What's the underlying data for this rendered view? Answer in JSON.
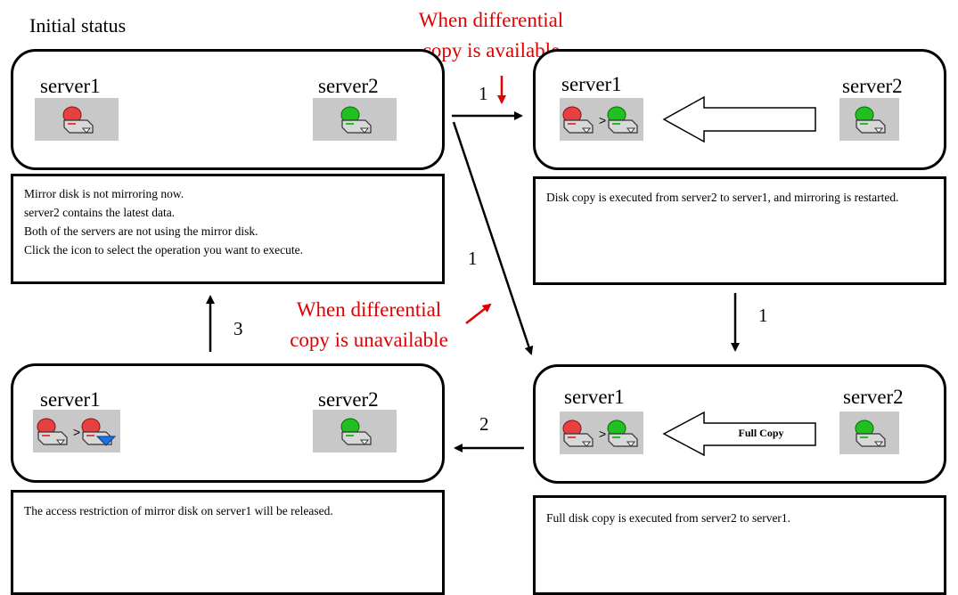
{
  "title": "Initial status",
  "server1": "server1",
  "server2": "server2",
  "panel_top_right": {
    "copy_label": ""
  },
  "panel_bottom_right": {
    "copy_label": "Full Copy"
  },
  "desc_top_left": [
    "Mirror disk is not mirroring now.",
    "server2 contains the latest data.",
    "Both of the servers are not using the mirror disk.",
    "Click the icon to select the operation you want to execute."
  ],
  "desc_top_right": "Disk copy is executed from server2 to server1, and mirroring is restarted.",
  "desc_bottom_right": "Full disk copy is executed from server2 to server1.",
  "desc_bottom_left": "The access restriction of mirror disk on server1 will be released.",
  "annotations": {
    "diff_available": [
      "When differential",
      "copy is available"
    ],
    "diff_unavailable": [
      "When differential",
      "copy is unavailable"
    ]
  },
  "steps": {
    "top": "1",
    "diagonal": "1",
    "right": "1",
    "bottom": "2",
    "left": "3"
  },
  "colors": {
    "disk_red": "#e84040",
    "disk_green": "#20c020",
    "disk_blue": "#2070e0",
    "icon_bg": "#c8c8c8",
    "annotation": "#e00000"
  }
}
